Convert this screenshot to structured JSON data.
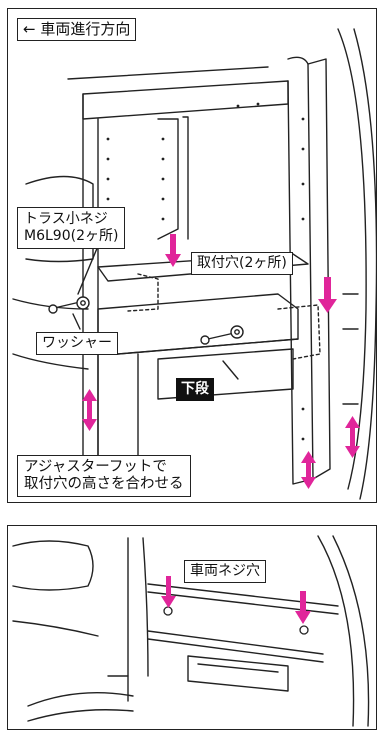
{
  "direction_label": "← 車両進行方向",
  "top_panel": {
    "screw_name": "トラス小ネジ",
    "screw_spec": "M6L90(2ヶ所)",
    "mount_holes": "取付穴(2ヶ所)",
    "washer": "ワッシャー",
    "lower_shelf": "下段",
    "adjuster_line1": "アジャスターフットで",
    "adjuster_line2": "取付穴の高さを合わせる"
  },
  "bottom_panel": {
    "vehicle_screw_holes": "車両ネジ穴"
  },
  "colors": {
    "arrow": "#e0259a",
    "line": "#222222"
  }
}
